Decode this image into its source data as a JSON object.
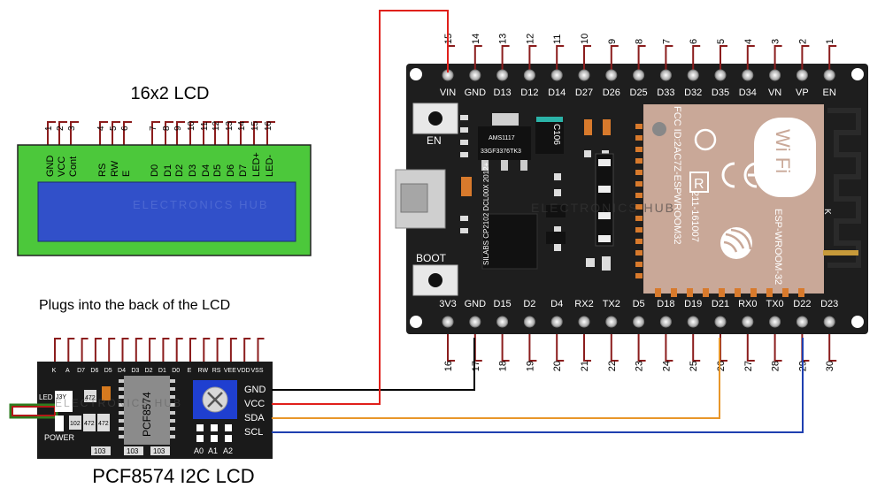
{
  "lcd": {
    "title": "16x2 LCD",
    "pin_numbers": [
      "1",
      "2",
      "3",
      "4",
      "5",
      "6",
      "7",
      "8",
      "9",
      "10",
      "11",
      "12",
      "13",
      "14",
      "15",
      "16"
    ],
    "pin_labels": [
      "GND",
      "VCC",
      "Cont",
      "RS",
      "RW",
      "E",
      "D0",
      "D1",
      "D2",
      "D3",
      "D4",
      "D5",
      "D6",
      "D7",
      "LED+",
      "LED-"
    ]
  },
  "plugs_note": "Plugs into the back  of the LCD",
  "i2c": {
    "title": "PCF8574 I2C LCD",
    "top_pins": [
      "K",
      "A",
      "D7",
      "D6",
      "D5",
      "D4",
      "D3",
      "D2",
      "D1",
      "D0",
      "E",
      "RW",
      "RS",
      "VEE",
      "VDD",
      "VSS"
    ],
    "side_pins": [
      "GND",
      "VCC",
      "SDA",
      "SCL"
    ],
    "chip": "PCF8574",
    "led_label": "LED",
    "jumper_label": "J3Y",
    "power_label": "POWER",
    "resistors": [
      "472",
      "102",
      "472",
      "472"
    ],
    "bottom_resistors": [
      "103",
      "103",
      "103"
    ],
    "address_pins": [
      "A0",
      "A1",
      "A2"
    ]
  },
  "esp32": {
    "top_numbers": [
      "15",
      "14",
      "13",
      "12",
      "11",
      "10",
      "9",
      "8",
      "7",
      "6",
      "5",
      "4",
      "3",
      "2",
      "1"
    ],
    "top_labels": [
      "VIN",
      "GND",
      "D13",
      "D12",
      "D14",
      "D27",
      "D26",
      "D25",
      "D33",
      "D32",
      "D35",
      "D34",
      "VN",
      "VP",
      "EN"
    ],
    "bottom_labels": [
      "3V3",
      "GND",
      "D15",
      "D2",
      "D4",
      "RX2",
      "TX2",
      "D5",
      "D18",
      "D19",
      "D21",
      "RX0",
      "TX0",
      "D22",
      "D23"
    ],
    "bottom_numbers": [
      "16",
      "17",
      "18",
      "19",
      "20",
      "21",
      "22",
      "23",
      "24",
      "25",
      "26",
      "27",
      "28",
      "29",
      "30"
    ],
    "en_button": "EN",
    "boot_button": "BOOT",
    "regulator": "AMS1117",
    "regulator_code": "33GF3376TK3",
    "cap": "C106",
    "bridge_chip": "SILABS CP2102 DCL00X 2012+",
    "module_fcc": "FCC ID:2AC7Z-ESPWROOM32",
    "module_cert": "211-161007",
    "module_name": "ESP-WROOM-32",
    "wifi": "Wi Fi",
    "antenna_k": "K"
  },
  "watermark": "ELECTRONICS HUB",
  "wire_colors": {
    "gnd": "#000000",
    "vcc": "#e0201b",
    "sda": "#e8962a",
    "scl": "#1f3fb0"
  }
}
